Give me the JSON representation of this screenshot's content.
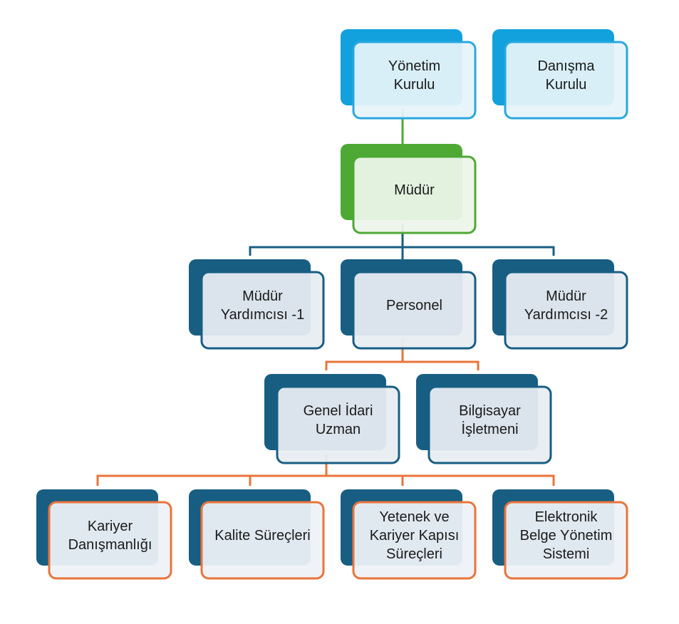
{
  "colors": {
    "blue_accent": "#12a1dc",
    "blue_border": "#29a8de",
    "blue_fill": "#e6f3fa",
    "green_accent": "#4da934",
    "green_border": "#4da934",
    "green_fill": "#edf5ea",
    "navy_accent": "#185e82",
    "navy_border": "#185e82",
    "navy_fill": "#e8edf2",
    "orange_border": "#e9743a",
    "orange_fill": "#eef2f6",
    "connector_green": "#4da934",
    "connector_navy": "#185e82",
    "connector_orange": "#e9743a"
  },
  "nodes": [
    {
      "id": "yonetim-kurulu",
      "lines": [
        "Yönetim",
        "Kurulu"
      ]
    },
    {
      "id": "danisma-kurulu",
      "lines": [
        "Danışma",
        "Kurulu"
      ]
    },
    {
      "id": "mudur",
      "lines": [
        "Müdür"
      ]
    },
    {
      "id": "mudur-yardimcisi-1",
      "lines": [
        "Müdür",
        "Yardımcısı -1"
      ]
    },
    {
      "id": "personel",
      "lines": [
        "Personel"
      ]
    },
    {
      "id": "mudur-yardimcisi-2",
      "lines": [
        "Müdür",
        "Yardımcısı -2"
      ]
    },
    {
      "id": "genel-idari-uzman",
      "lines": [
        "Genel İdari",
        "Uzman"
      ]
    },
    {
      "id": "bilgisayar-isletmeni",
      "lines": [
        "Bilgisayar",
        "İşletmeni"
      ]
    },
    {
      "id": "kariyer-danismanligi",
      "lines": [
        "Kariyer",
        "Danışmanlığı"
      ]
    },
    {
      "id": "kalite-surecleri",
      "lines": [
        "Kalite Süreçleri"
      ]
    },
    {
      "id": "yetenek-kariyer",
      "lines": [
        "Yetenek ve",
        "Kariyer Kapısı",
        "Süreçleri"
      ]
    },
    {
      "id": "ebys",
      "lines": [
        "Elektronik",
        "Belge Yönetim",
        "Sistemi"
      ]
    }
  ]
}
